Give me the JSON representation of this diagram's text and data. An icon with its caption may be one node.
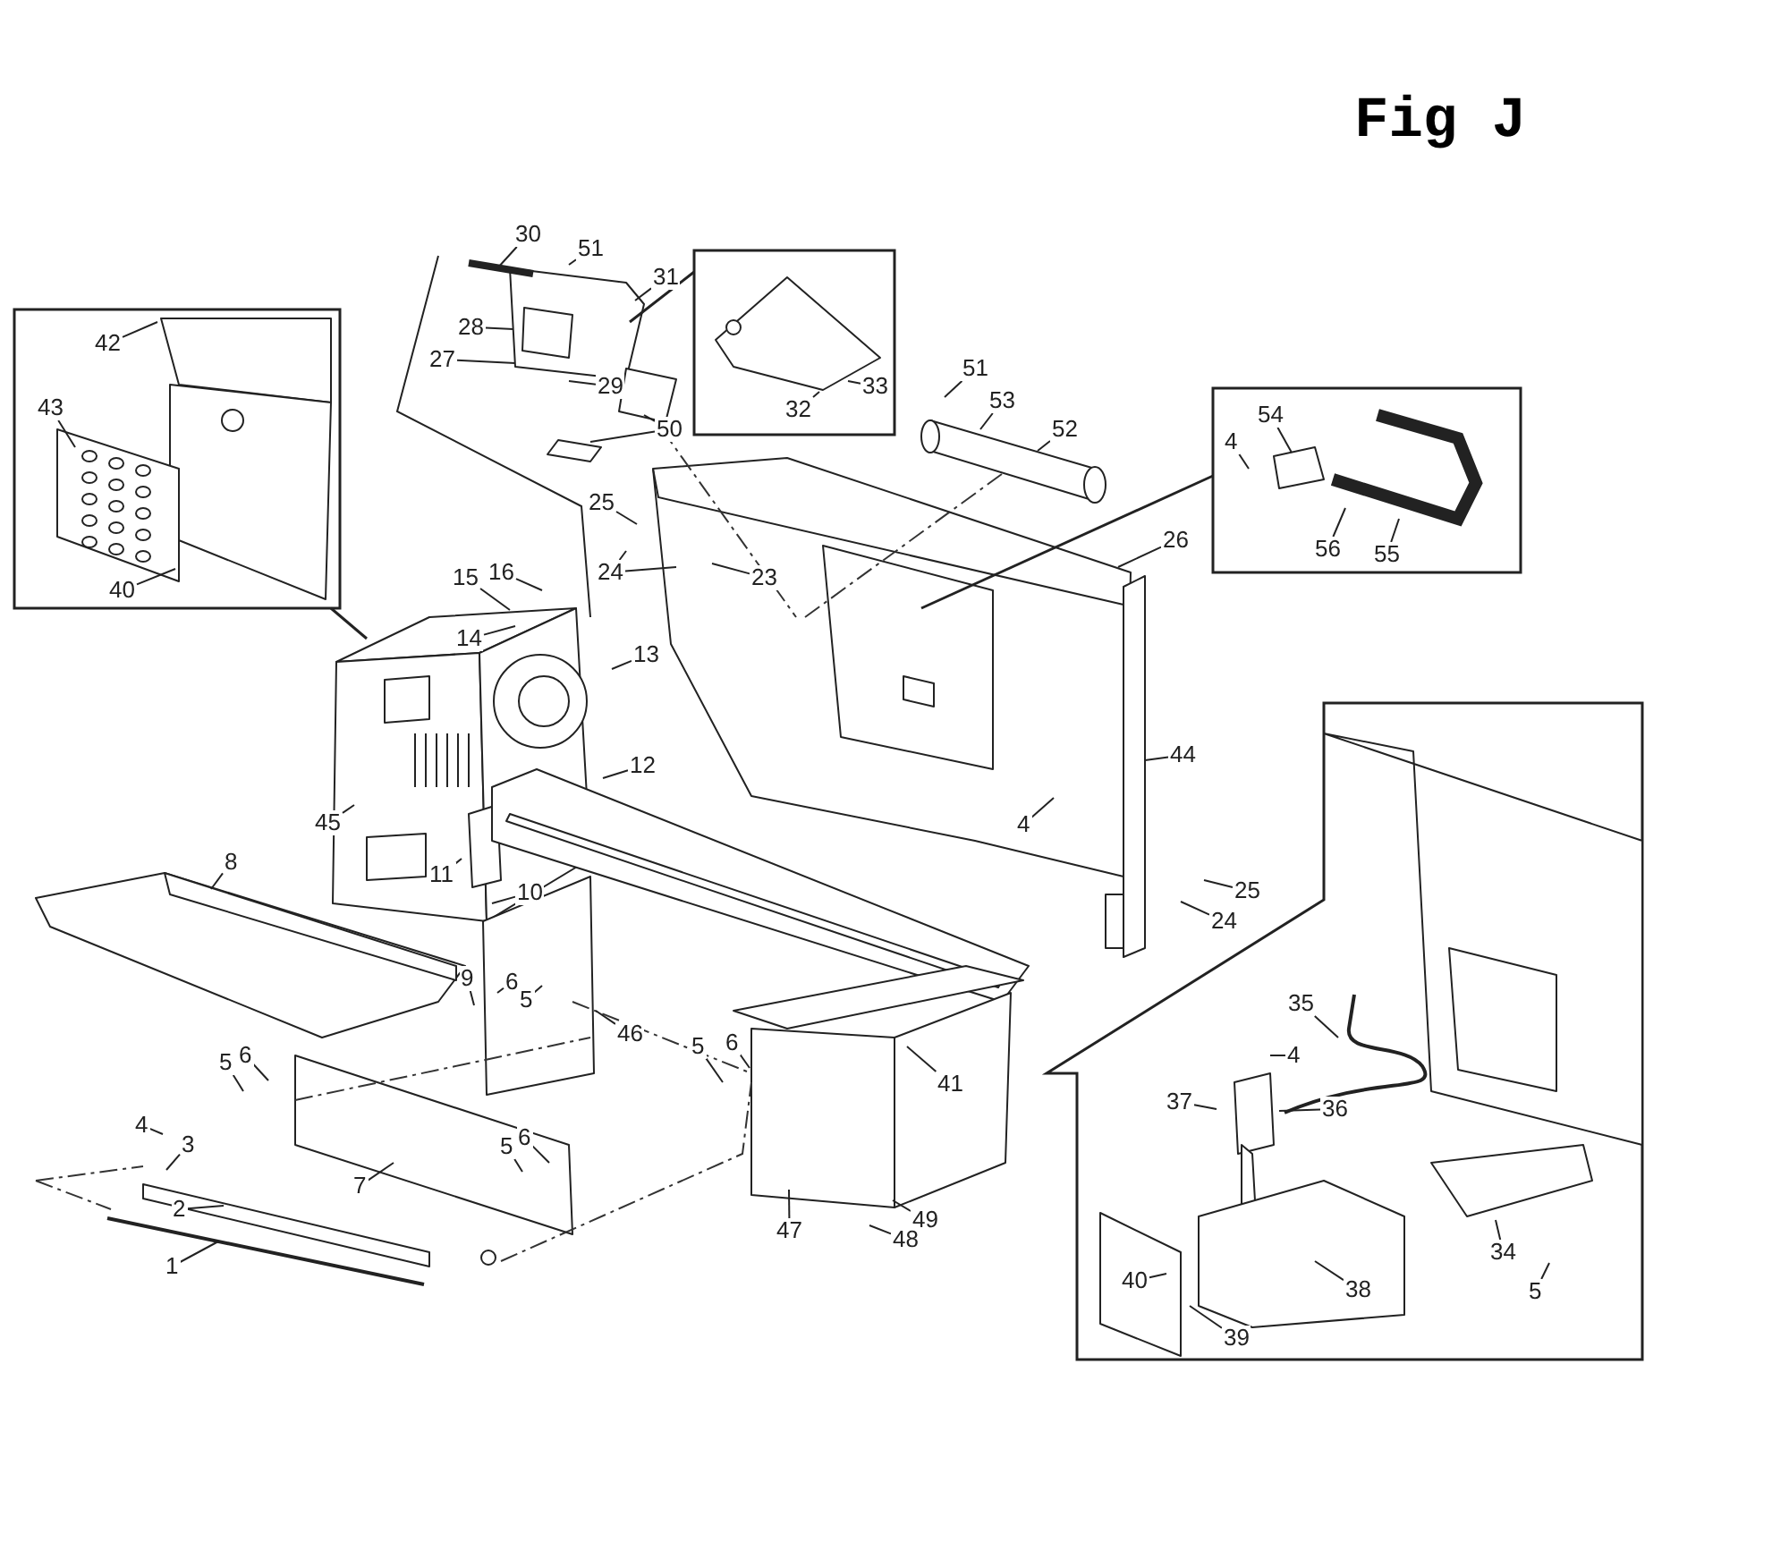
{
  "diagram": {
    "title": "Fig J",
    "nodes": [
      {
        "text": [],
        "shape": "box"
      },
      {
        "text": [
          "42"
        ],
        "in": 0
      },
      {
        "text": [
          "43"
        ],
        "in": 0
      },
      {
        "text": [
          "40"
        ],
        "in": 0
      },
      {
        "text": [
          "30"
        ]
      },
      {
        "text": [
          "51"
        ]
      },
      {
        "text": [
          "31"
        ]
      },
      {
        "text": [
          "28"
        ]
      },
      {
        "text": [
          "27"
        ]
      },
      {
        "text": [
          "29"
        ]
      },
      {
        "text": [
          "50"
        ]
      },
      {
        "text": [],
        "shape": "box"
      },
      {
        "text": [
          "32"
        ],
        "in": 11
      },
      {
        "text": [
          "33"
        ],
        "in": 11
      },
      {
        "text": [
          "51"
        ]
      },
      {
        "text": [
          "53"
        ]
      },
      {
        "text": [
          "52"
        ]
      },
      {
        "text": [],
        "shape": "box"
      },
      {
        "text": [
          "54"
        ],
        "in": 17
      },
      {
        "text": [
          "4"
        ],
        "in": 17
      },
      {
        "text": [
          "56"
        ],
        "in": 17
      },
      {
        "text": [
          "55"
        ],
        "in": 17
      },
      {
        "text": [
          "25"
        ]
      },
      {
        "text": [
          "24"
        ]
      },
      {
        "text": [
          "23"
        ]
      },
      {
        "text": [
          "26"
        ]
      },
      {
        "text": [
          "15"
        ]
      },
      {
        "text": [
          "16"
        ]
      },
      {
        "text": [
          "14"
        ]
      },
      {
        "text": [
          "13"
        ]
      },
      {
        "text": [
          "12"
        ]
      },
      {
        "text": [
          "44"
        ]
      },
      {
        "text": [
          "45"
        ]
      },
      {
        "text": [
          "11"
        ]
      },
      {
        "text": [
          "10"
        ]
      },
      {
        "text": [
          "4"
        ]
      },
      {
        "text": [
          "8"
        ]
      },
      {
        "text": [
          "9"
        ]
      },
      {
        "text": [
          "6"
        ]
      },
      {
        "text": [
          "5"
        ]
      },
      {
        "text": [
          "25"
        ]
      },
      {
        "text": [
          "24"
        ]
      },
      {
        "text": [
          "46"
        ]
      },
      {
        "text": [
          "5"
        ]
      },
      {
        "text": [
          "6"
        ]
      },
      {
        "text": [
          "41"
        ]
      },
      {
        "text": [
          "5"
        ]
      },
      {
        "text": [
          "6"
        ]
      },
      {
        "text": [
          "4"
        ]
      },
      {
        "text": [
          "3"
        ]
      },
      {
        "text": [
          "7"
        ]
      },
      {
        "text": [
          "5"
        ]
      },
      {
        "text": [
          "6"
        ]
      },
      {
        "text": [
          "1"
        ]
      },
      {
        "text": [
          "2"
        ]
      },
      {
        "text": [
          "47"
        ]
      },
      {
        "text": [
          "49"
        ]
      },
      {
        "text": [
          "48"
        ]
      },
      {
        "text": [],
        "shape": "box"
      },
      {
        "text": [
          "35"
        ],
        "in": 58
      },
      {
        "text": [
          "4"
        ],
        "in": 58
      },
      {
        "text": [
          "37"
        ],
        "in": 58
      },
      {
        "text": [
          "36"
        ],
        "in": 58
      },
      {
        "text": [
          "34"
        ],
        "in": 58
      },
      {
        "text": [
          "5"
        ],
        "in": 58
      },
      {
        "text": [
          "40"
        ],
        "in": 58
      },
      {
        "text": [
          "38"
        ],
        "in": 58
      },
      {
        "text": [
          "39"
        ],
        "in": 58
      }
    ],
    "edges": [
      {
        "from": 0,
        "to": null,
        "arrow": "none"
      },
      {
        "from": 1,
        "to": null,
        "arrow": "none"
      },
      {
        "from": 2,
        "to": null,
        "arrow": "none"
      },
      {
        "from": 3,
        "to": null,
        "arrow": "none"
      },
      {
        "from": 4,
        "to": null,
        "arrow": "none"
      },
      {
        "from": 5,
        "to": null,
        "arrow": "none"
      },
      {
        "from": 6,
        "to": null,
        "arrow": "none"
      },
      {
        "from": 7,
        "to": null,
        "arrow": "none"
      },
      {
        "from": 8,
        "to": null,
        "arrow": "none"
      },
      {
        "from": 9,
        "to": null,
        "arrow": "none"
      },
      {
        "from": 10,
        "to": null,
        "arrow": "none"
      },
      {
        "from": 10,
        "to": null,
        "arrow": "none"
      },
      {
        "from": 11,
        "to": null,
        "arrow": "none"
      },
      {
        "from": 12,
        "to": null,
        "arrow": "none"
      },
      {
        "from": 13,
        "to": null,
        "arrow": "none"
      },
      {
        "from": 14,
        "to": null,
        "arrow": "none"
      },
      {
        "from": 15,
        "to": null,
        "arrow": "none"
      },
      {
        "from": 16,
        "to": null,
        "arrow": "none"
      },
      {
        "from": 17,
        "to": null,
        "arrow": "none"
      },
      {
        "from": 18,
        "to": null,
        "arrow": "none"
      },
      {
        "from": 19,
        "to": null,
        "arrow": "none"
      },
      {
        "from": 20,
        "to": null,
        "arrow": "none"
      },
      {
        "from": 21,
        "to": null,
        "arrow": "none"
      },
      {
        "from": 22,
        "to": null,
        "arrow": "none"
      },
      {
        "from": 23,
        "to": null,
        "arrow": "none"
      },
      {
        "from": 23,
        "to": null,
        "arrow": "none"
      },
      {
        "from": 24,
        "to": null,
        "arrow": "none"
      },
      {
        "from": 25,
        "to": null,
        "arrow": "none"
      },
      {
        "from": 26,
        "to": null,
        "arrow": "none"
      },
      {
        "from": 27,
        "to": null,
        "arrow": "none"
      },
      {
        "from": 28,
        "to": null,
        "arrow": "none"
      },
      {
        "from": 29,
        "to": null,
        "arrow": "none"
      },
      {
        "from": 30,
        "to": null,
        "arrow": "none"
      },
      {
        "from": 31,
        "to": null,
        "arrow": "none"
      },
      {
        "from": 32,
        "to": null,
        "arrow": "none"
      },
      {
        "from": 33,
        "to": null,
        "arrow": "none"
      },
      {
        "from": 34,
        "to": null,
        "arrow": "none"
      },
      {
        "from": 35,
        "to": null,
        "arrow": "none"
      },
      {
        "from": 36,
        "to": null,
        "arrow": "none"
      },
      {
        "from": 37,
        "to": null,
        "arrow": "none"
      },
      {
        "from": 38,
        "to": null,
        "arrow": "none"
      },
      {
        "from": 39,
        "to": null,
        "arrow": "none"
      },
      {
        "from": 40,
        "to": null,
        "arrow": "none"
      },
      {
        "from": 41,
        "to": null,
        "arrow": "none"
      },
      {
        "from": 42,
        "to": null,
        "arrow": "none"
      },
      {
        "from": 43,
        "to": null,
        "arrow": "none"
      },
      {
        "from": 44,
        "to": null,
        "arrow": "none"
      },
      {
        "from": 45,
        "to": null,
        "arrow": "none"
      },
      {
        "from": 46,
        "to": null,
        "arrow": "none"
      },
      {
        "from": 47,
        "to": null,
        "arrow": "none"
      },
      {
        "from": 48,
        "to": null,
        "arrow": "none"
      },
      {
        "from": 49,
        "to": null,
        "arrow": "none"
      },
      {
        "from": 50,
        "to": null,
        "arrow": "none"
      },
      {
        "from": 51,
        "to": null,
        "arrow": "none"
      },
      {
        "from": 52,
        "to": null,
        "arrow": "none"
      },
      {
        "from": 53,
        "to": null,
        "arrow": "none"
      },
      {
        "from": 54,
        "to": null,
        "arrow": "none"
      },
      {
        "from": 55,
        "to": null,
        "arrow": "none"
      },
      {
        "from": 56,
        "to": null,
        "arrow": "none"
      },
      {
        "from": 57,
        "to": null,
        "arrow": "none"
      },
      {
        "from": 59,
        "to": null,
        "arrow": "none"
      },
      {
        "from": 60,
        "to": null,
        "arrow": "none"
      },
      {
        "from": 61,
        "to": null,
        "arrow": "none"
      },
      {
        "from": 62,
        "to": null,
        "arrow": "none"
      },
      {
        "from": 63,
        "to": null,
        "arrow": "none"
      },
      {
        "from": 64,
        "to": null,
        "arrow": "none"
      },
      {
        "from": 65,
        "to": null,
        "arrow": "none"
      },
      {
        "from": 66,
        "to": null,
        "arrow": "none"
      },
      {
        "from": 67,
        "to": null,
        "arrow": "none"
      }
    ]
  }
}
